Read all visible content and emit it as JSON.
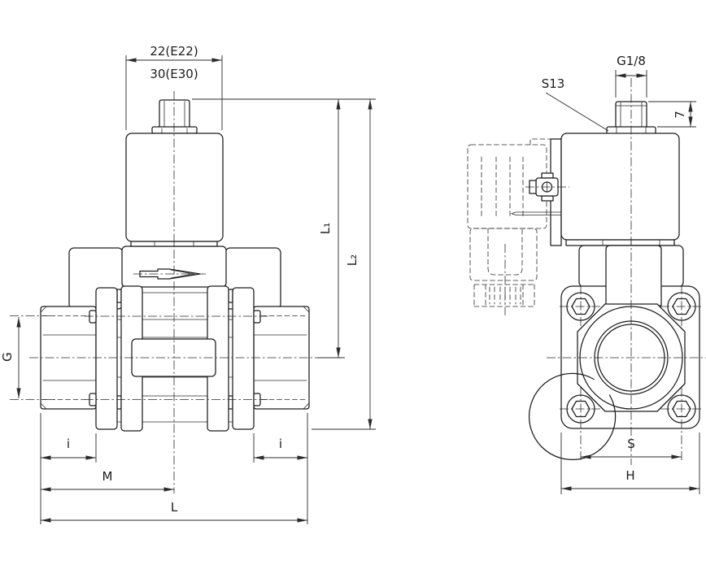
{
  "drawing": {
    "background": "#ffffff",
    "line_color": "#1c1c1c",
    "views": {
      "front": {
        "dims": {
          "coil_width_e22": "22(E22)",
          "coil_width_e30": "30(E30)",
          "height_to_axis": "L₁",
          "height_total": "L₂",
          "port_thread": "G",
          "thread_depth_left": "i",
          "thread_depth_right": "i",
          "inlet_to_axis": "M",
          "length_total": "L"
        }
      },
      "side": {
        "dims": {
          "hex_size": "S13",
          "pilot_thread": "G1/8",
          "stub_height": "7",
          "bolt_spacing": "S",
          "flange_width": "H"
        }
      }
    }
  }
}
